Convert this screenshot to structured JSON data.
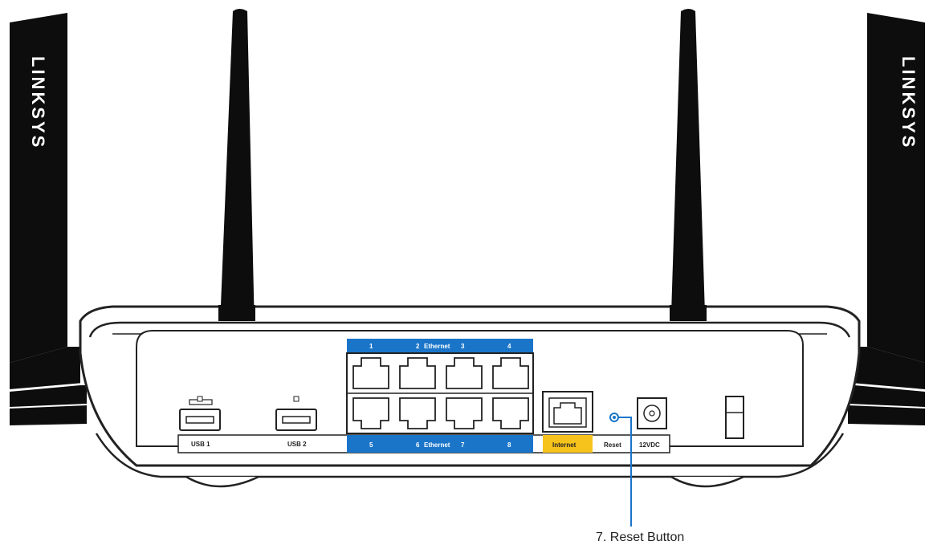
{
  "brand": "LINKSYS",
  "ports": {
    "ethernet_top_label": "Ethernet",
    "ethernet_bottom_label": "Ethernet",
    "top_numbers": [
      "1",
      "2",
      "3",
      "4"
    ],
    "bottom_numbers": [
      "5",
      "6",
      "7",
      "8"
    ],
    "usb1": "USB 1",
    "usb2": "USB 2",
    "internet": "Internet",
    "reset": "Reset",
    "power": "12VDC"
  },
  "callout": {
    "text": "7. Reset Button"
  },
  "colors": {
    "ethernet_band": "#1a75c9",
    "internet_band": "#f6c21c",
    "callout_line": "#1a75c9",
    "outline": "#222222"
  }
}
